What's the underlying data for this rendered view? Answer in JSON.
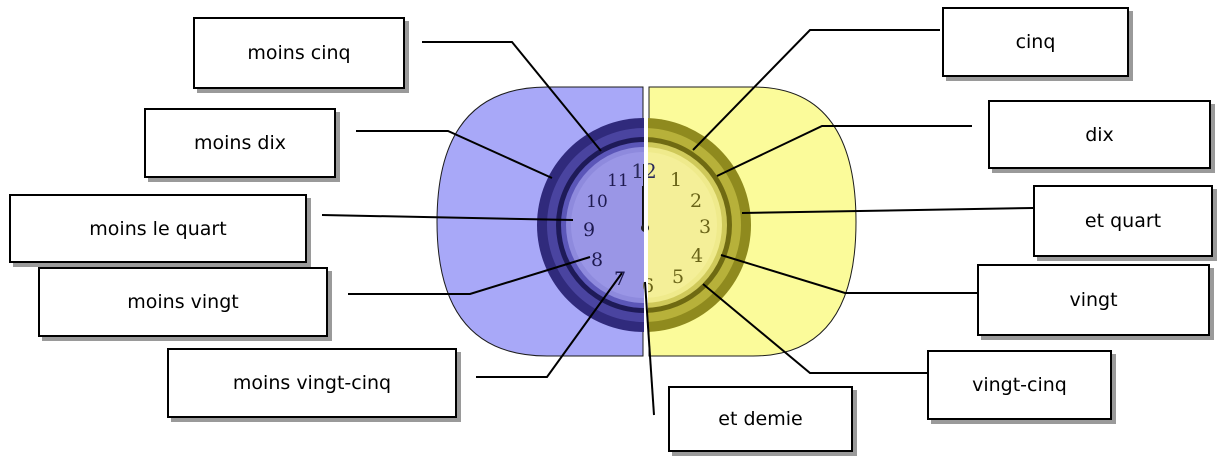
{
  "labels": {
    "moins_cinq": "moins cinq",
    "moins_dix": "moins dix",
    "moins_le_quart": "moins le quart",
    "moins_vingt": "moins vingt",
    "moins_vingt_cinq": "moins vingt-cinq",
    "cinq": "cinq",
    "dix": "dix",
    "et_quart": "et quart",
    "vingt": "vingt",
    "vingt_cinq": "vingt-cinq",
    "et_demie": "et demie"
  },
  "clock": {
    "numerals": [
      "12",
      "1",
      "2",
      "3",
      "4",
      "5",
      "6",
      "7",
      "8",
      "9",
      "10",
      "11"
    ]
  },
  "colors": {
    "left_half": "#a8a8f8",
    "right_half": "#fbfb9a",
    "left_dark": "#2a2470",
    "right_dark": "#8a8518",
    "box_shadow": "#9a9a9a"
  }
}
